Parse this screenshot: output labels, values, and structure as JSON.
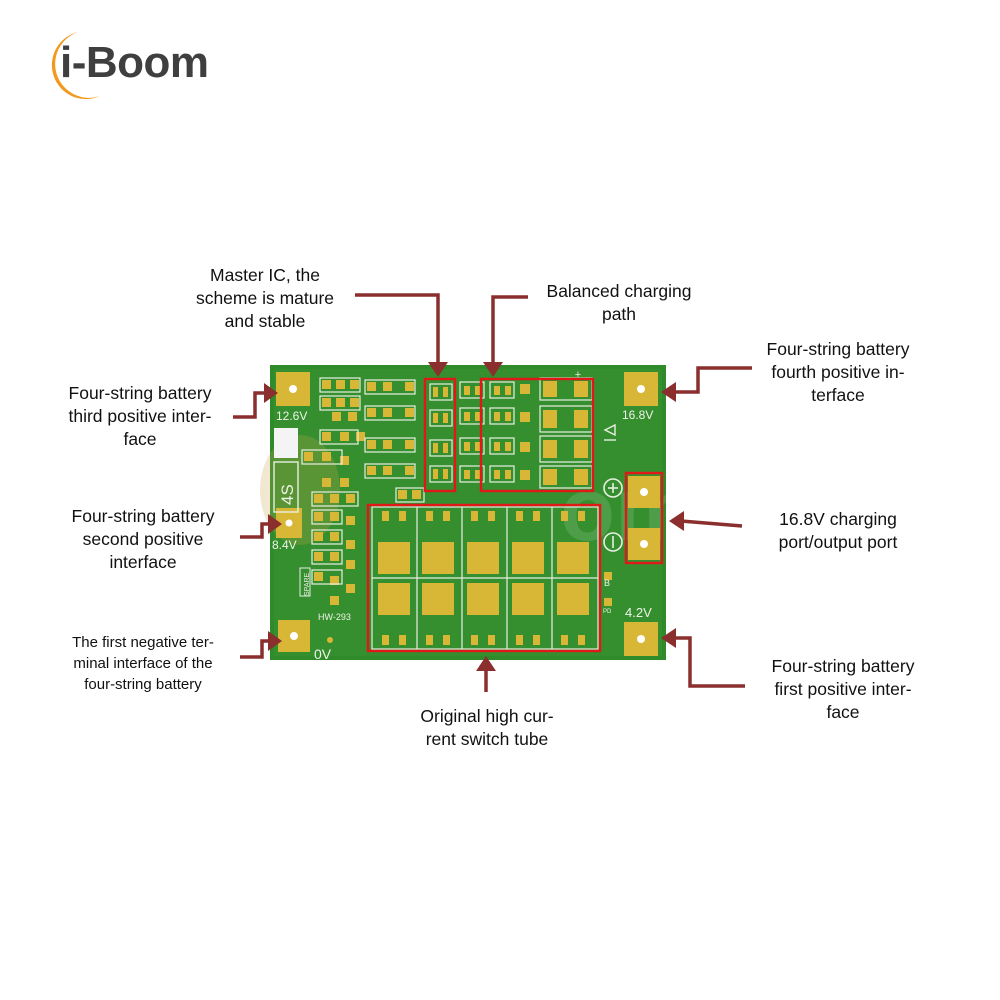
{
  "brand": {
    "name": "i-Boom",
    "accent": "#f29a1f",
    "text_color": "#3f3f3f"
  },
  "board": {
    "model": "HW-293",
    "badge": "4S",
    "pad_labels": {
      "v12_6": "12.6V",
      "v8_4": "8.4V",
      "v0": "0V",
      "v16_8": "16.8V",
      "v4_2": "4.2V"
    },
    "small_marks": {
      "spare": "SPARE",
      "b": "B",
      "pd": "PD"
    },
    "colors": {
      "pcb": "#2f8a2a",
      "pad": "#d8b636",
      "callout": "#8a2e2e",
      "highlight": "#e01818"
    }
  },
  "callouts": {
    "master_ic": "Master IC, the\nscheme is mature\nand stable",
    "balanced_path": "Balanced charging\npath",
    "fourth_positive": "Four-string battery\nfourth positive in-\nterface",
    "third_positive": "Four-string battery\nthird positive inter-\nface",
    "second_positive": "Four-string battery\nsecond positive\ninterface",
    "charging_port": "16.8V charging\nport/output port",
    "first_negative": "The first negative ter-\nminal interface of the\nfour-string battery",
    "first_positive": "Four-string battery\nfirst positive inter-\nface",
    "switch_tube": "Original high cur-\nrent switch tube"
  }
}
